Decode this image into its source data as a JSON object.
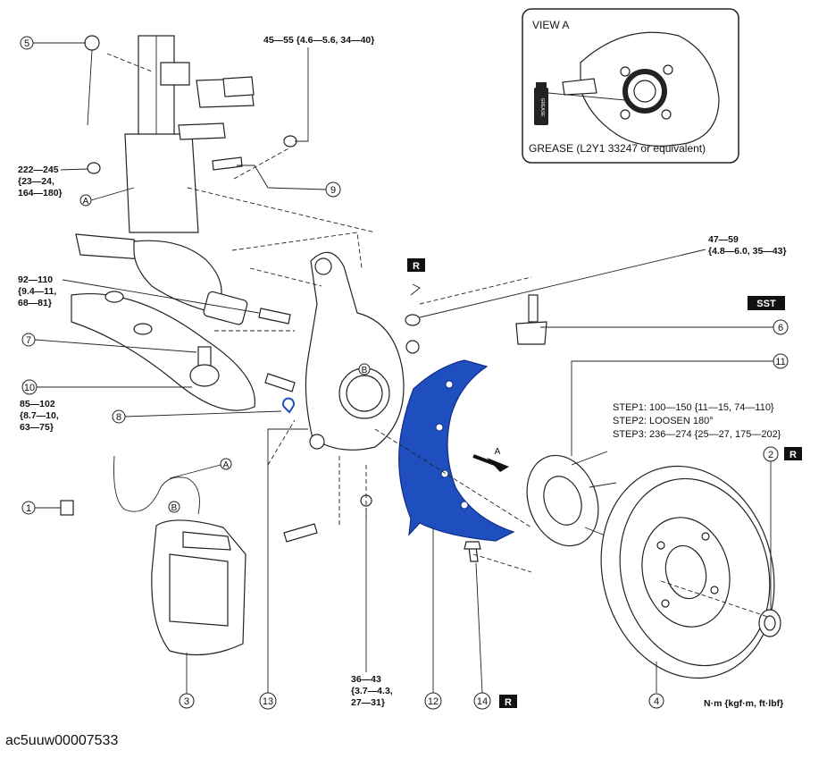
{
  "view_a": {
    "title": "VIEW A",
    "grease_note": "GREASE (L2Y1 33247 or equivalent)"
  },
  "torques": {
    "t_45_55": [
      "45—55 {4.6—5.6, 34—40}"
    ],
    "t_222_245": [
      "222—245",
      "{23—24,",
      "164—180}"
    ],
    "t_92_110": [
      "92—110",
      "{9.4—11,",
      "68—81}"
    ],
    "t_85_102": [
      "85—102",
      "{8.7—10,",
      "63—75}"
    ],
    "t_47_59": [
      "47—59",
      "{4.8—6.0, 35—43}"
    ],
    "t_36_43": [
      "36—43",
      "{3.7—4.3,",
      "27—31}"
    ]
  },
  "steps": [
    "STEP1: 100—150 {11—15, 74—110}",
    "STEP2: LOOSEN 180°",
    "STEP3: 236—274 {25—27, 175—202}"
  ],
  "callouts": [
    "1",
    "2",
    "3",
    "4",
    "5",
    "6",
    "7",
    "8",
    "9",
    "10",
    "11",
    "12",
    "13",
    "14"
  ],
  "letters": {
    "a": "A",
    "b": "B"
  },
  "badges": {
    "r": "R",
    "sst": "SST"
  },
  "grease_tube": "GREASE",
  "unit_note": "N·m {kgf·m, ft·lbf}",
  "document_id": "ac5uuw00007533",
  "colors": {
    "dust_shield": "#1f4fbf",
    "dust_shield_dark": "#0e2c86",
    "ink": "#222222"
  }
}
